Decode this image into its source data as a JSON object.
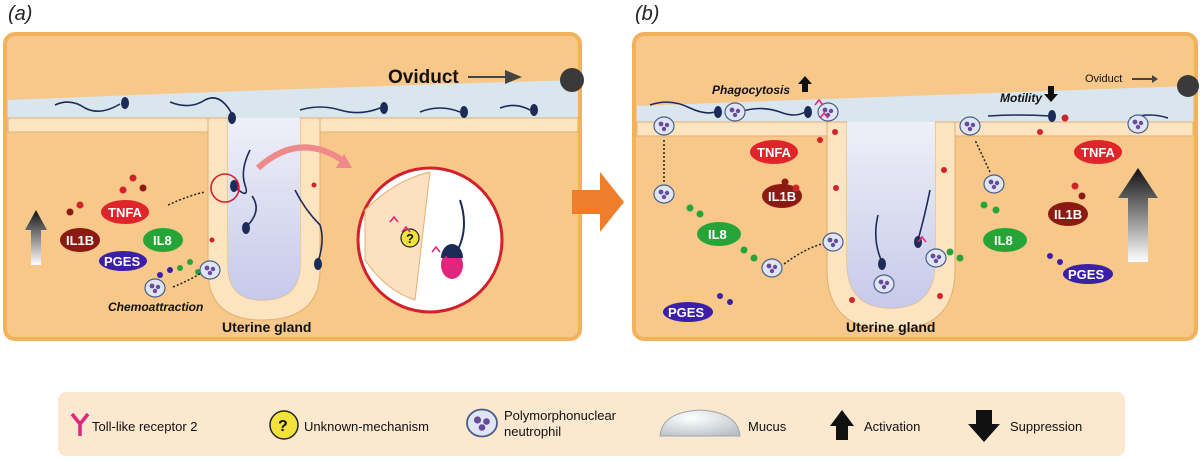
{
  "panel_a": {
    "letter": "(a)",
    "oviduct": "Oviduct",
    "uterine_gland": "Uterine gland",
    "chemoattraction": "Chemoattraction",
    "cytokines": {
      "tnfa": "TNFA",
      "il1b": "IL1B",
      "il8": "IL8",
      "pges": "PGES"
    }
  },
  "panel_b": {
    "letter": "(b)",
    "oviduct": "Oviduct",
    "uterine_gland": "Uterine gland",
    "phagocytosis": "Phagocytosis",
    "motility": "Motility",
    "cytokines": {
      "tnfa_left": "TNFA",
      "tnfa_right": "TNFA",
      "il1b_left": "IL1B",
      "il1b_right": "IL1B",
      "il8_left": "IL8",
      "il8_right": "IL8",
      "pges_left": "PGES",
      "pges_right": "PGES"
    }
  },
  "legend": {
    "tlr2": "Toll-like receptor 2",
    "unknown": "Unknown-mechanism",
    "pmn_line1": "Polymorphonuclear",
    "pmn_line2": "neutrophil",
    "mucus": "Mucus",
    "activation": "Activation",
    "suppression": "Suppression",
    "question_mark": "?"
  },
  "colors": {
    "tissue": "#f8c88a",
    "panel_border": "#f2b25b",
    "mucus": "#d9e6ee",
    "tnfa": "#e0252a",
    "il1b": "#8b1a12",
    "il8": "#27a438",
    "pges": "#3b1fa8",
    "sperm": "#1d2b57",
    "arrow_orange": "#ee7d2c",
    "tlr2": "#e2257c",
    "legend_bg": "#fbe8cf"
  }
}
